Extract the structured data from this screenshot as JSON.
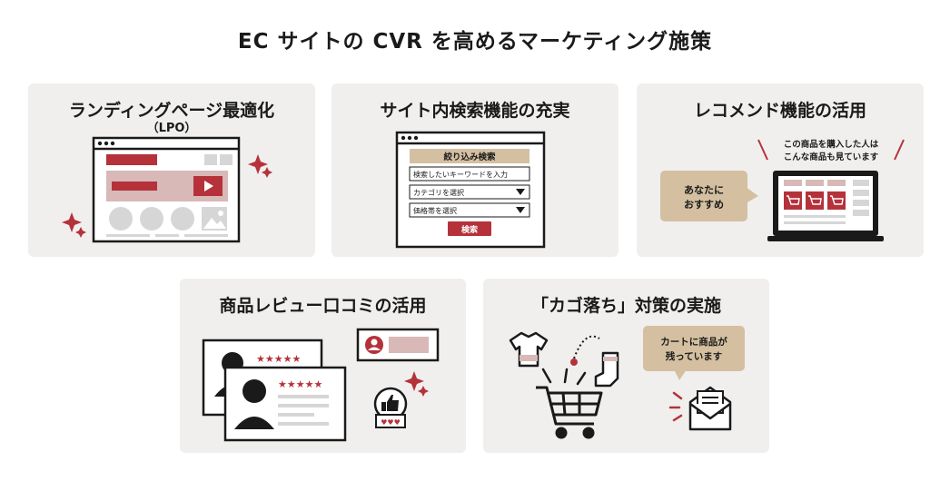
{
  "title": "EC サイトの CVR を高めるマーケティング施策",
  "colors": {
    "accent": "#b5323a",
    "pink": "#d9b8b8",
    "tan": "#d4bfa0",
    "gray": "#d6d6d6",
    "card": "#f0efee",
    "ink": "#1a1a1a"
  },
  "cards": [
    {
      "title": "ランディングページ最適化",
      "subtitle": "（LPO）"
    },
    {
      "title": "サイト内検索機能の充実",
      "panel_title": "絞り込み検索",
      "search_placeholder": "検索したいキーワードを入力",
      "category_select": "カテゴリを選択",
      "price_select": "価格帯を選択",
      "search_button": "検索"
    },
    {
      "title": "レコメンド機能の活用",
      "caption_line1": "この商品を購入した人は",
      "caption_line2": "こんな商品も見ています",
      "bubble_line1": "あなたに",
      "bubble_line2": "おすすめ"
    },
    {
      "title": "商品レビュー口コミの活用",
      "stars": "★★★★★"
    },
    {
      "title": "「カゴ落ち」対策の実施",
      "bubble_line1": "カートに商品が",
      "bubble_line2": "残っています"
    }
  ]
}
